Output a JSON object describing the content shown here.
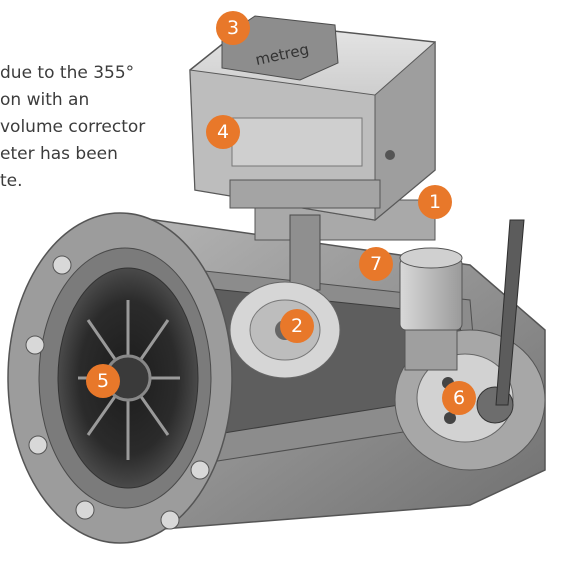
{
  "caption": {
    "lines": [
      "due to the 355°",
      "on with an",
      "volume corrector",
      "eter has been",
      "te."
    ]
  },
  "counter_brand": "metreg",
  "accent_color": "#e8782a",
  "markers": [
    {
      "label": "3"
    },
    {
      "label": "4"
    },
    {
      "label": "1"
    },
    {
      "label": "7"
    },
    {
      "label": "2"
    },
    {
      "label": "5"
    },
    {
      "label": "6"
    }
  ]
}
